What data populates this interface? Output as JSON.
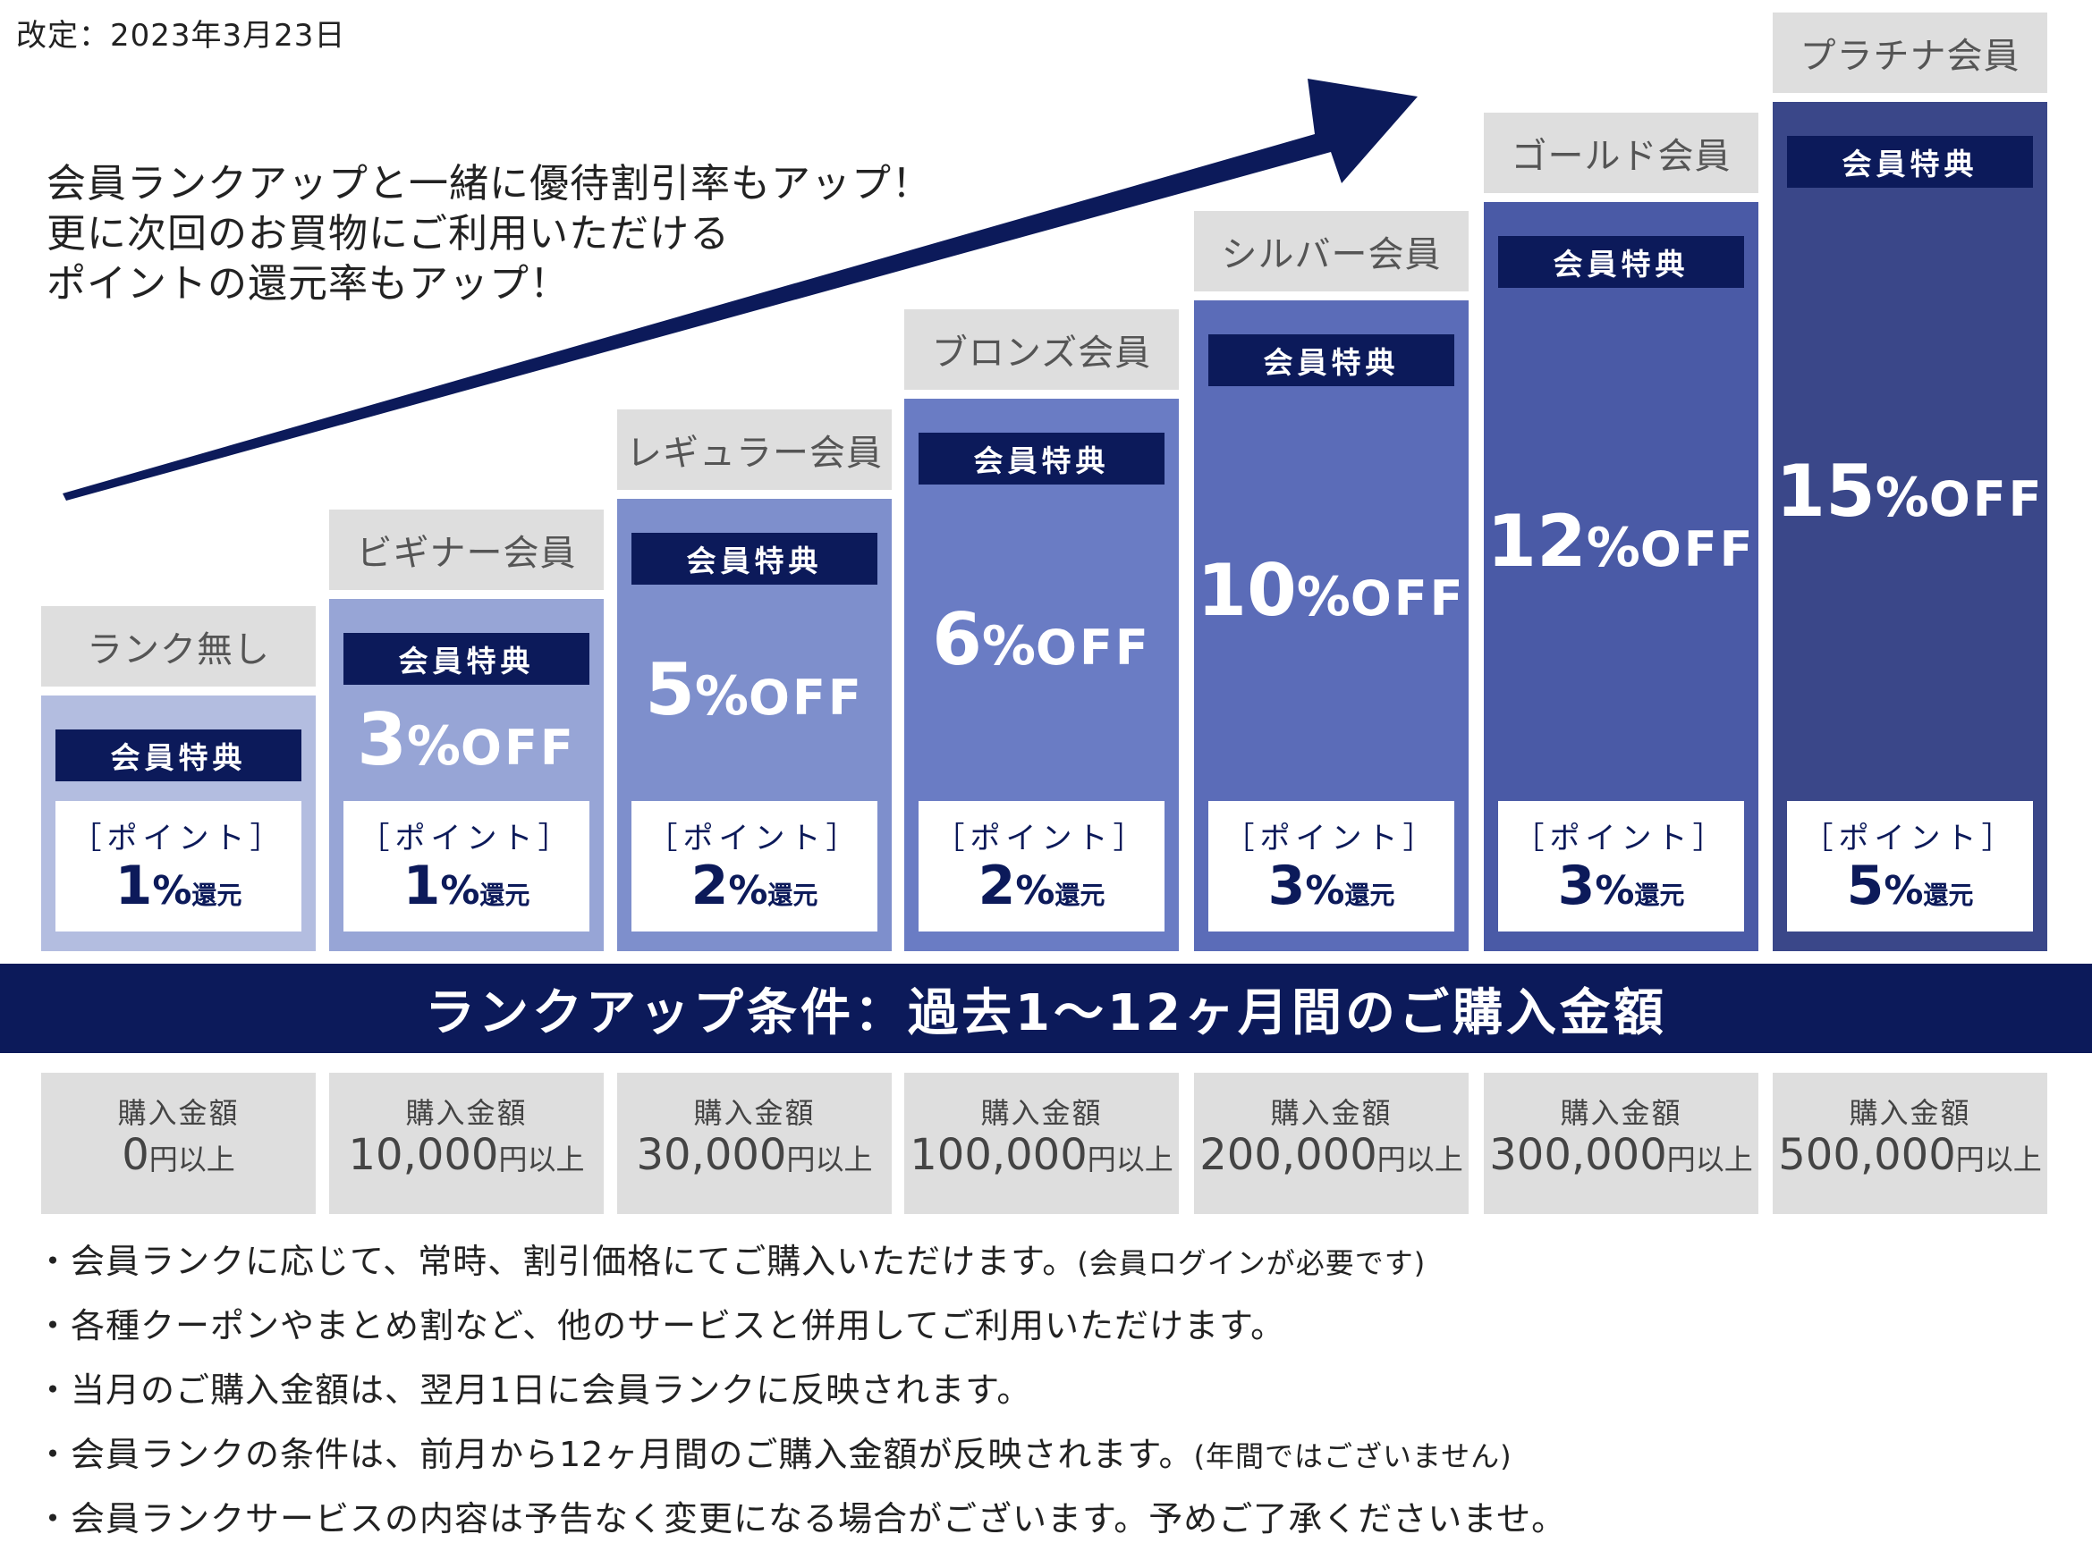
{
  "revised_date": "改定：2023年3月23日",
  "intro_lines": [
    "会員ランクアップと一緒に優待割引率もアップ！",
    "更に次回のお買物にご利用いただける",
    "ポイントの還元率もアップ！"
  ],
  "benefit_label": "会員特典",
  "point_label": "［ポイント］",
  "point_suffix_pct": "%",
  "point_suffix_kangen": "還元",
  "discount_pct": "%",
  "discount_off": "OFF",
  "ranks": [
    {
      "name": "ランク無し",
      "discount": "",
      "point": "1",
      "amount_label": "購入金額",
      "amount": "0",
      "amount_unit": "円以上",
      "color": "#b3bde0"
    },
    {
      "name": "ビギナー会員",
      "discount": "3",
      "point": "1",
      "amount_label": "購入金額",
      "amount": "10,000",
      "amount_unit": "円以上",
      "color": "#97a5d6"
    },
    {
      "name": "レギュラー会員",
      "discount": "5",
      "point": "2",
      "amount_label": "購入金額",
      "amount": "30,000",
      "amount_unit": "円以上",
      "color": "#7e8fcc"
    },
    {
      "name": "ブロンズ会員",
      "discount": "6",
      "point": "2",
      "amount_label": "購入金額",
      "amount": "100,000",
      "amount_unit": "円以上",
      "color": "#6a7cc4"
    },
    {
      "name": "シルバー会員",
      "discount": "10",
      "point": "3",
      "amount_label": "購入金額",
      "amount": "200,000",
      "amount_unit": "円以上",
      "color": "#5b6cb8"
    },
    {
      "name": "ゴールド会員",
      "discount": "12",
      "point": "3",
      "amount_label": "購入金額",
      "amount": "300,000",
      "amount_unit": "円以上",
      "color": "#4a5aa6"
    },
    {
      "name": "プラチナ会員",
      "discount": "15",
      "point": "5",
      "amount_label": "購入金額",
      "amount": "500,000",
      "amount_unit": "円以上",
      "color": "#3a4789"
    }
  ],
  "condition_title": "ランクアップ条件：過去1～12ヶ月間のご購入金額",
  "notes": [
    {
      "text": "・会員ランクに応じて、常時、割引価格にてご購入いただけます。",
      "small": "(会員ログインが必要です)"
    },
    {
      "text": "・各種クーポンやまとめ割など、他のサービスと併用してご利用いただけます。",
      "small": ""
    },
    {
      "text": "・当月のご購入金額は、翌月1日に会員ランクに反映されます。",
      "small": ""
    },
    {
      "text": "・会員ランクの条件は、前月から12ヶ月間のご購入金額が反映されます。",
      "small": "(年間ではございません)"
    },
    {
      "text": "・会員ランクサービスの内容は予告なく変更になる場合がございます。予めご了承くださいませ。",
      "small": ""
    }
  ],
  "colors": {
    "navy": "#0c1a5a",
    "label_bg": "#dedede"
  }
}
